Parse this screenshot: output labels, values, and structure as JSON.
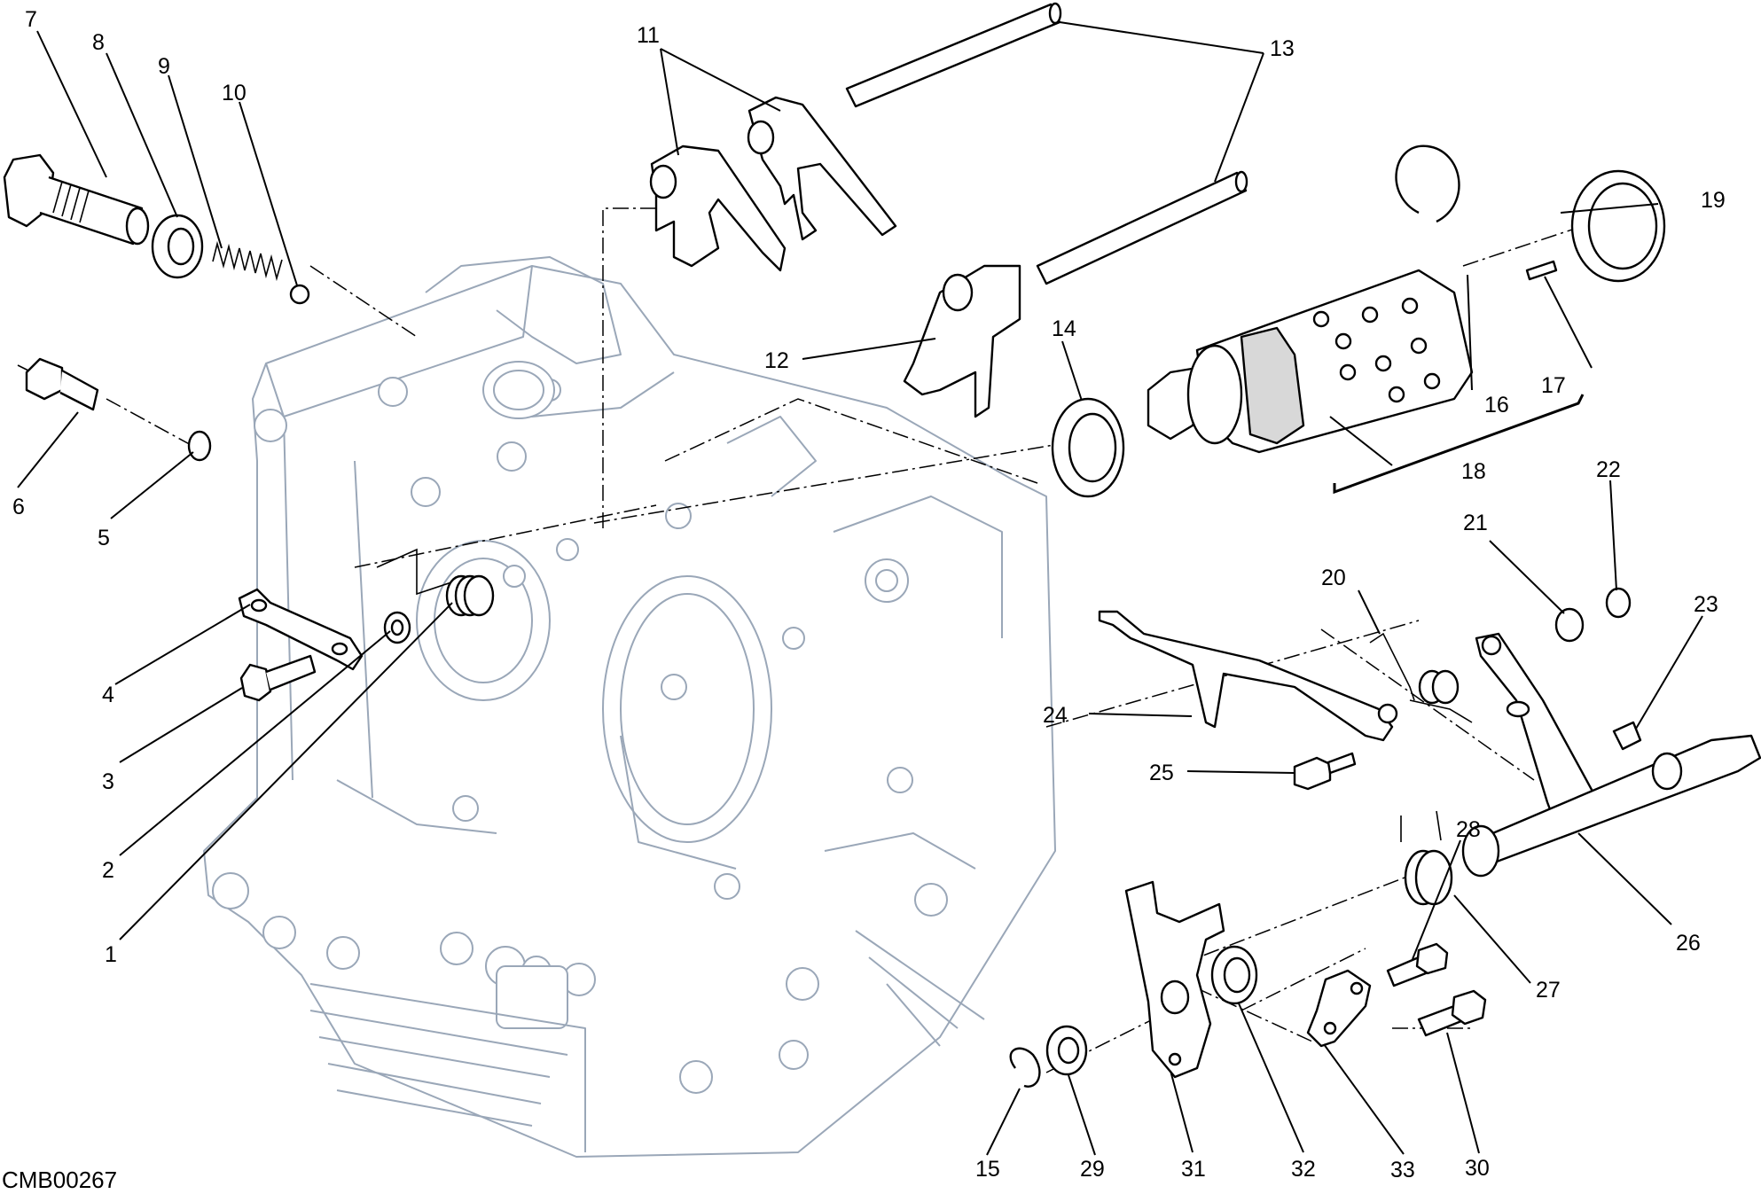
{
  "diagram": {
    "drawing_code": "CMB00267",
    "callouts": {
      "c1": "1",
      "c2": "2",
      "c3": "3",
      "c4": "4",
      "c5": "5",
      "c6": "6",
      "c7": "7",
      "c8": "8",
      "c9": "9",
      "c10": "10",
      "c11": "11",
      "c12": "12",
      "c13": "13",
      "c14": "14",
      "c15": "15",
      "c16": "16",
      "c17": "17",
      "c18": "18",
      "c19": "19",
      "c20": "20",
      "c21": "21",
      "c22": "22",
      "c23": "23",
      "c24": "24",
      "c25": "25",
      "c26": "26",
      "c27": "27",
      "c28": "28",
      "c29": "29",
      "c30": "30",
      "c31": "31",
      "c32": "32",
      "c33": "33"
    },
    "colors": {
      "line": "#000000",
      "crankcase_outline": "#9aa7b8",
      "background": "#ffffff"
    }
  }
}
